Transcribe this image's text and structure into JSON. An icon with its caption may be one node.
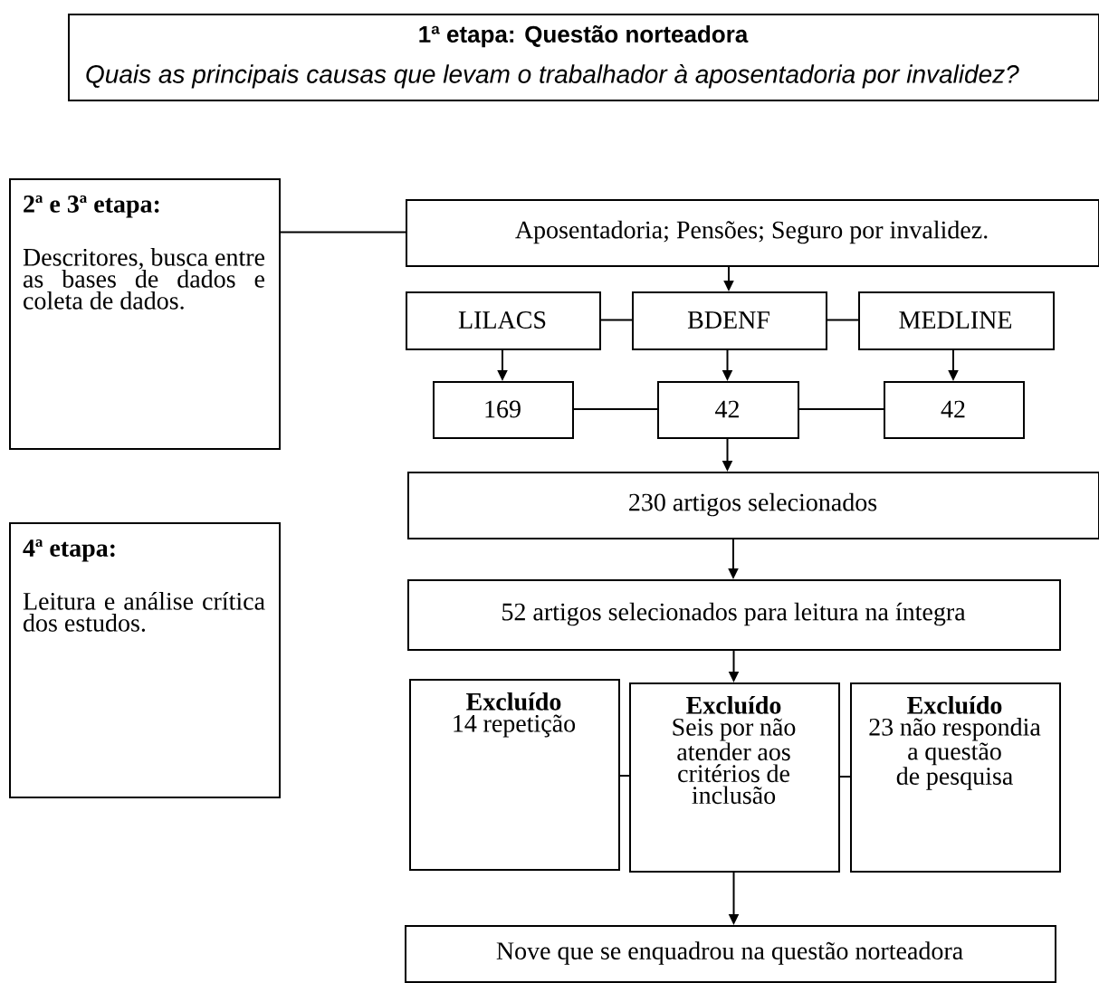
{
  "diagram": {
    "nodes": [
      {
        "text": [
          "1ª etapa: Questão norteadora",
          "Quais as principais causas que levam o trabalhador à aposentadoria por invalidez?"
        ]
      },
      {
        "text": [
          "2ª e 3ª etapa:",
          "Descritores, busca entre as bases de dados e coleta de dados."
        ]
      },
      {
        "text": [
          "Aposentadoria; Pensões; Seguro por invalidez."
        ]
      },
      {
        "text": [
          "LILACS"
        ]
      },
      {
        "text": [
          "BDENF"
        ]
      },
      {
        "text": [
          "MEDLINE"
        ]
      },
      {
        "text": [
          "169"
        ]
      },
      {
        "text": [
          "42"
        ]
      },
      {
        "text": [
          "42"
        ]
      },
      {
        "text": [
          "230 artigos selecionados"
        ]
      },
      {
        "text": [
          "4ª etapa:",
          "Leitura e análise crítica dos estudos."
        ]
      },
      {
        "text": [
          "52 artigos selecionados para leitura na íntegra"
        ]
      },
      {
        "text": [
          "Excluído",
          "14 repetição"
        ]
      },
      {
        "text": [
          "Excluído",
          "Seis por não atender aos critérios de inclusão"
        ]
      },
      {
        "text": [
          "Excluído",
          "23 não respondia a questão de pesquisa"
        ]
      },
      {
        "text": [
          "Nove que se enquadrou na questão norteadora"
        ]
      }
    ],
    "edges": [
      {
        "from": 1,
        "to": 2,
        "arrow": "none"
      },
      {
        "from": 2,
        "to": 4,
        "arrow": "to"
      },
      {
        "from": 3,
        "to": 4,
        "arrow": "none"
      },
      {
        "from": 4,
        "to": 5,
        "arrow": "none"
      },
      {
        "from": 3,
        "to": 6,
        "arrow": "to"
      },
      {
        "from": 4,
        "to": 7,
        "arrow": "to"
      },
      {
        "from": 5,
        "to": 8,
        "arrow": "to"
      },
      {
        "from": 6,
        "to": 7,
        "arrow": "none"
      },
      {
        "from": 7,
        "to": 8,
        "arrow": "none"
      },
      {
        "from": 7,
        "to": 9,
        "arrow": "to"
      },
      {
        "from": 9,
        "to": 11,
        "arrow": "to"
      },
      {
        "from": 11,
        "to": 13,
        "arrow": "to"
      },
      {
        "from": 12,
        "to": 13,
        "arrow": "none"
      },
      {
        "from": 13,
        "to": 14,
        "arrow": "none"
      },
      {
        "from": 13,
        "to": 15,
        "arrow": "to"
      }
    ]
  }
}
